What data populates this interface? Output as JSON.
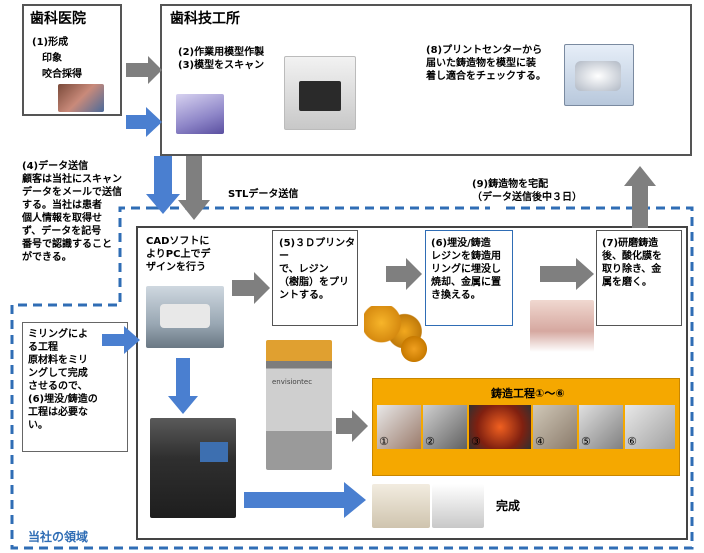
{
  "dental_clinic": {
    "title": "歯科医院",
    "lines": [
      "(1)形成",
      "印象",
      "咬合採得"
    ]
  },
  "dental_lab": {
    "title": "歯科技工所",
    "step2": "(2)作業用模型作製\n(3)模型をスキャン",
    "check": "(8)プリントセンターから\n届いた鋳造物を模型に装\n着し適合をチェックする。"
  },
  "data_send": "(4)データ送信\n顧客は当社にスキャン\nデータをメールで送信\nする。当社は患者\n個人情報を取得せ\nず、データを記号\n番号で認識すること\nができる。",
  "stl_label": "STLデータ送信",
  "delivery": "(9)鋳造物を宅配\n（データ送信後中３日）",
  "cad": "CADソフトに\nよりPC上でデ\nザインを行う",
  "print3d": "(5)３Ｄプリンター\nで、レジン\n（樹脂）をプリ\nントする。",
  "casting": "(6)埋没/鋳造\nレジンを鋳造用\nリングに埋没し\n焼却、金属に置\nき換える。",
  "polish": "(7)研磨鋳造\n後、酸化膜を\n取り除き、金\n属を磨く。",
  "milling": "ミリングによ\nる工程\n原材料をミリ\nングして完成\nさせるので、\n(6)埋没/鋳造の\n工程は必要な\nい。",
  "casting_process": {
    "title": "鋳造工程①～⑥",
    "steps": [
      "①",
      "②",
      "③",
      "④",
      "⑤",
      "⑥"
    ]
  },
  "printer_brand": "envisiontec",
  "complete": "完成",
  "our_domain": "当社の領域",
  "colors": {
    "blue_arrow": "#4a7fd0",
    "gray_arrow": "#7f7f7f",
    "orange": "#f5a800",
    "dash": "#2f6db5"
  }
}
